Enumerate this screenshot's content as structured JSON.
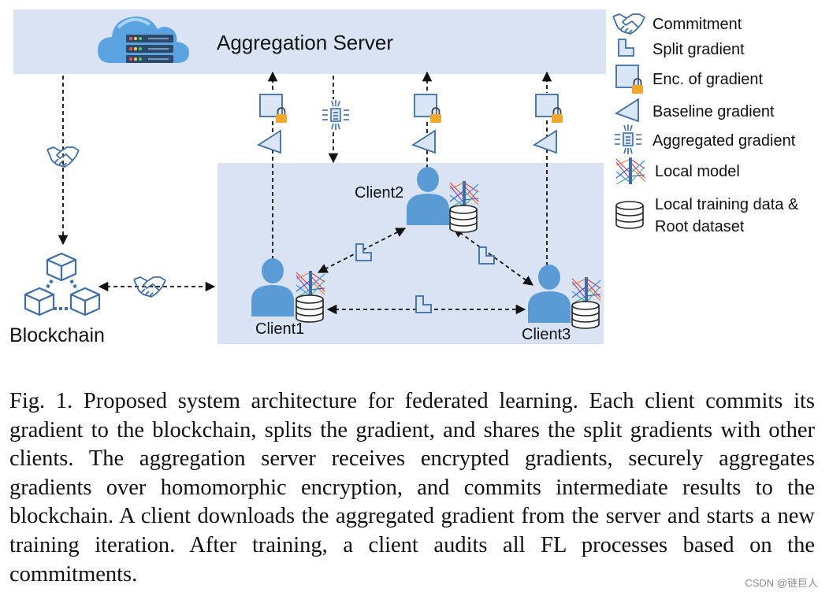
{
  "server": {
    "title": "Aggregation Server"
  },
  "blockchain": {
    "label": "Blockchain"
  },
  "clients": [
    {
      "label": "Client1"
    },
    {
      "label": "Client2"
    },
    {
      "label": "Client3"
    }
  ],
  "legend": {
    "items": [
      {
        "icon": "handshake-icon",
        "label": "Commitment"
      },
      {
        "icon": "split-gradient-icon",
        "label": "Split gradient"
      },
      {
        "icon": "encrypted-gradient-icon",
        "label": "Enc. of gradient"
      },
      {
        "icon": "baseline-gradient-icon",
        "label": "Baseline gradient"
      },
      {
        "icon": "aggregated-gradient-icon",
        "label": "Aggregated gradient"
      },
      {
        "icon": "local-model-icon",
        "label": "Local model"
      },
      {
        "icon": "database-icon",
        "label_line1": "Local training data &",
        "label_line2": "Root dataset"
      }
    ]
  },
  "colors": {
    "server_panel": "#dae3f3",
    "client_panel": "#dae3f3",
    "icon_blue": "#3d6ea8",
    "person_blue": "#5b9bd5",
    "lock_gold": "#f0a82c"
  },
  "caption": "Fig. 1.  Proposed system architecture for federated learning. Each client commits its gradient to the blockchain, splits the gradient, and shares the split gradients with other clients. The aggregation server receives encrypted gradients, securely aggregates gradients over homomorphic encryption, and commits intermediate results to the blockchain. A client downloads the aggregated gradient from the server and starts a new training iteration. After training, a client audits all FL processes based on the commitments.",
  "watermark": "CSDN @链巨人"
}
